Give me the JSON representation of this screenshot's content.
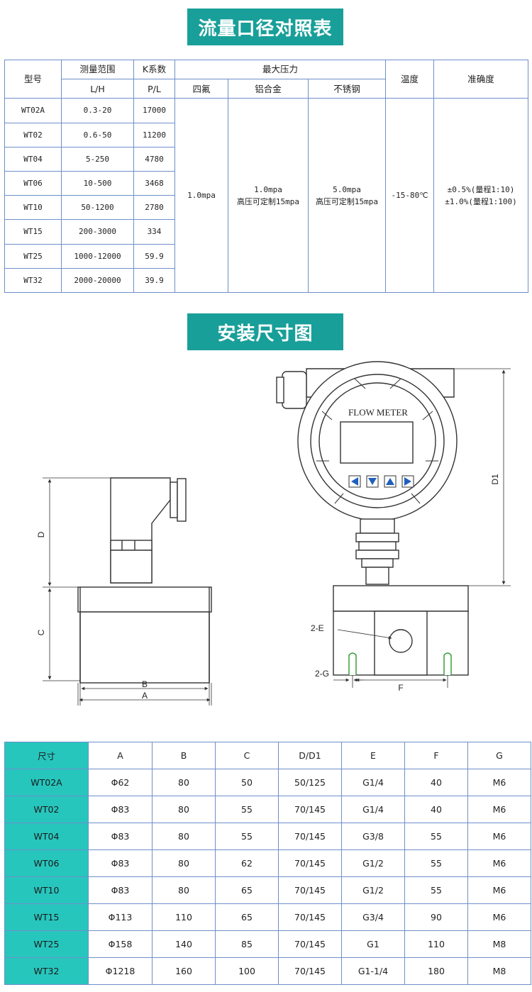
{
  "banners": {
    "flow_table_title": "流量口径对照表",
    "install_title": "安装尺寸图"
  },
  "spec_table": {
    "headers": {
      "model": "型号",
      "range": "测量范围",
      "range_unit": "L/H",
      "k": "K系数",
      "k_unit": "P/L",
      "pressure": "最大压力",
      "pressure_ptfe": "四氟",
      "pressure_al": "铝合金",
      "pressure_ss": "不锈钢",
      "temp": "温度",
      "accuracy": "准确度"
    },
    "rows": [
      {
        "model": "WT02A",
        "range": "0.3-20",
        "k": "17000"
      },
      {
        "model": "WT02",
        "range": "0.6-50",
        "k": "11200"
      },
      {
        "model": "WT04",
        "range": "5-250",
        "k": "4780"
      },
      {
        "model": "WT06",
        "range": "10-500",
        "k": "3468"
      },
      {
        "model": "WT10",
        "range": "50-1200",
        "k": "2780"
      },
      {
        "model": "WT15",
        "range": "200-3000",
        "k": "334"
      },
      {
        "model": "WT25",
        "range": "1000-12000",
        "k": "59.9"
      },
      {
        "model": "WT32",
        "range": "2000-20000",
        "k": "39.9"
      }
    ],
    "shared": {
      "ptfe": "1.0mpa",
      "al_line1": "1.0mpa",
      "al_line2": "高压可定制15mpa",
      "ss_line1": "5.0mpa",
      "ss_line2": "高压可定制15mpa",
      "temp": "-15-80℃",
      "acc_line1": "±0.5%(量程1:10)",
      "acc_line2": "±1.0%(量程1:100)"
    }
  },
  "drawing": {
    "panel_text": "FLOW METER",
    "labels": {
      "d": "D",
      "c": "C",
      "b": "B",
      "a": "A",
      "d1": "D1",
      "e": "2-E",
      "g": "2-G",
      "f": "F"
    }
  },
  "dim_table": {
    "headers": [
      "尺寸",
      "A",
      "B",
      "C",
      "D/D1",
      "E",
      "F",
      "G"
    ],
    "rows": [
      [
        "WT02A",
        "Φ62",
        "80",
        "50",
        "50/125",
        "G1/4",
        "40",
        "M6"
      ],
      [
        "WT02",
        "Φ83",
        "80",
        "55",
        "70/145",
        "G1/4",
        "40",
        "M6"
      ],
      [
        "WT04",
        "Φ83",
        "80",
        "55",
        "70/145",
        "G3/8",
        "55",
        "M6"
      ],
      [
        "WT06",
        "Φ83",
        "80",
        "62",
        "70/145",
        "G1/2",
        "55",
        "M6"
      ],
      [
        "WT10",
        "Φ83",
        "80",
        "65",
        "70/145",
        "G1/2",
        "55",
        "M6"
      ],
      [
        "WT15",
        "Φ113",
        "110",
        "65",
        "70/145",
        "G3/4",
        "90",
        "M6"
      ],
      [
        "WT25",
        "Φ158",
        "140",
        "85",
        "70/145",
        "G1",
        "110",
        "M8"
      ],
      [
        "WT32",
        "Φ1218",
        "160",
        "100",
        "70/145",
        "G1-1/4",
        "180",
        "M8"
      ]
    ]
  }
}
